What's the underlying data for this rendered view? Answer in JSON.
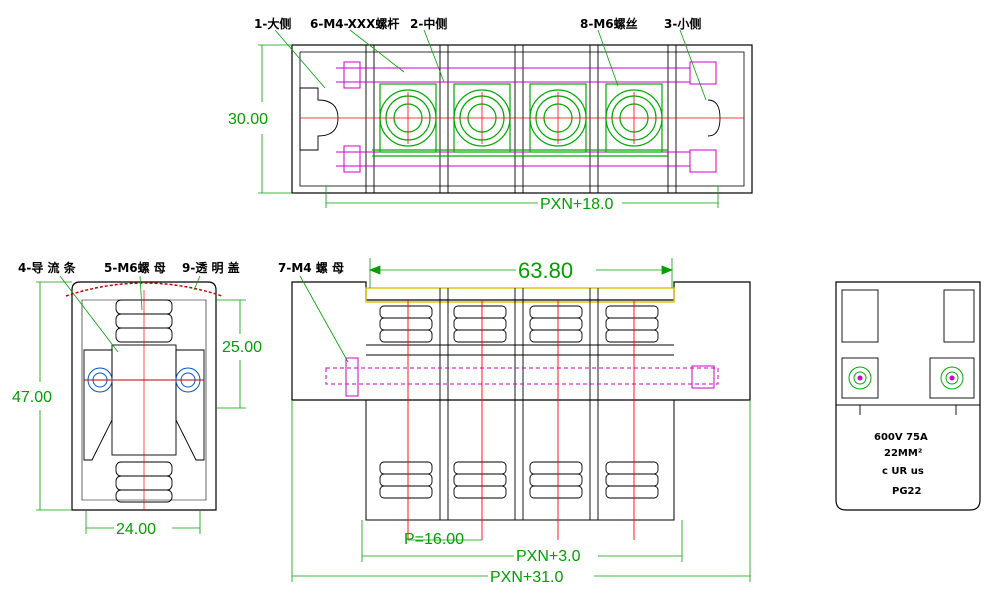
{
  "top_view": {
    "labels": [
      "1-大侧",
      "6-M4-XXX螺杆",
      "2-中侧",
      "8-M6螺丝",
      "3-小侧"
    ],
    "dim_height": "30.00",
    "dim_width": "PXN+18.0"
  },
  "side_view": {
    "labels": [
      "4-导 流 条",
      "5-M6螺 母",
      "9-透 明 盖"
    ],
    "dim_height": "47.00",
    "dim_inner": "25.00",
    "dim_width": "24.00"
  },
  "front_view": {
    "label": "7-M4 螺 母",
    "dim_top": "63.80",
    "dim_pitch": "P=16.00",
    "dim_mid": "PXN+3.0",
    "dim_total": "PXN+31.0"
  },
  "end_view": {
    "rating": "600V 75A",
    "wire": "22MM²",
    "cert": "c UR us",
    "model": "PG22"
  },
  "colors": {
    "outline": "#000000",
    "dimension": "#00a000",
    "centerline": "#ff0000",
    "magenta": "#cc00cc",
    "green_body": "#00aa00",
    "yellow_cover": "#e0c000"
  }
}
